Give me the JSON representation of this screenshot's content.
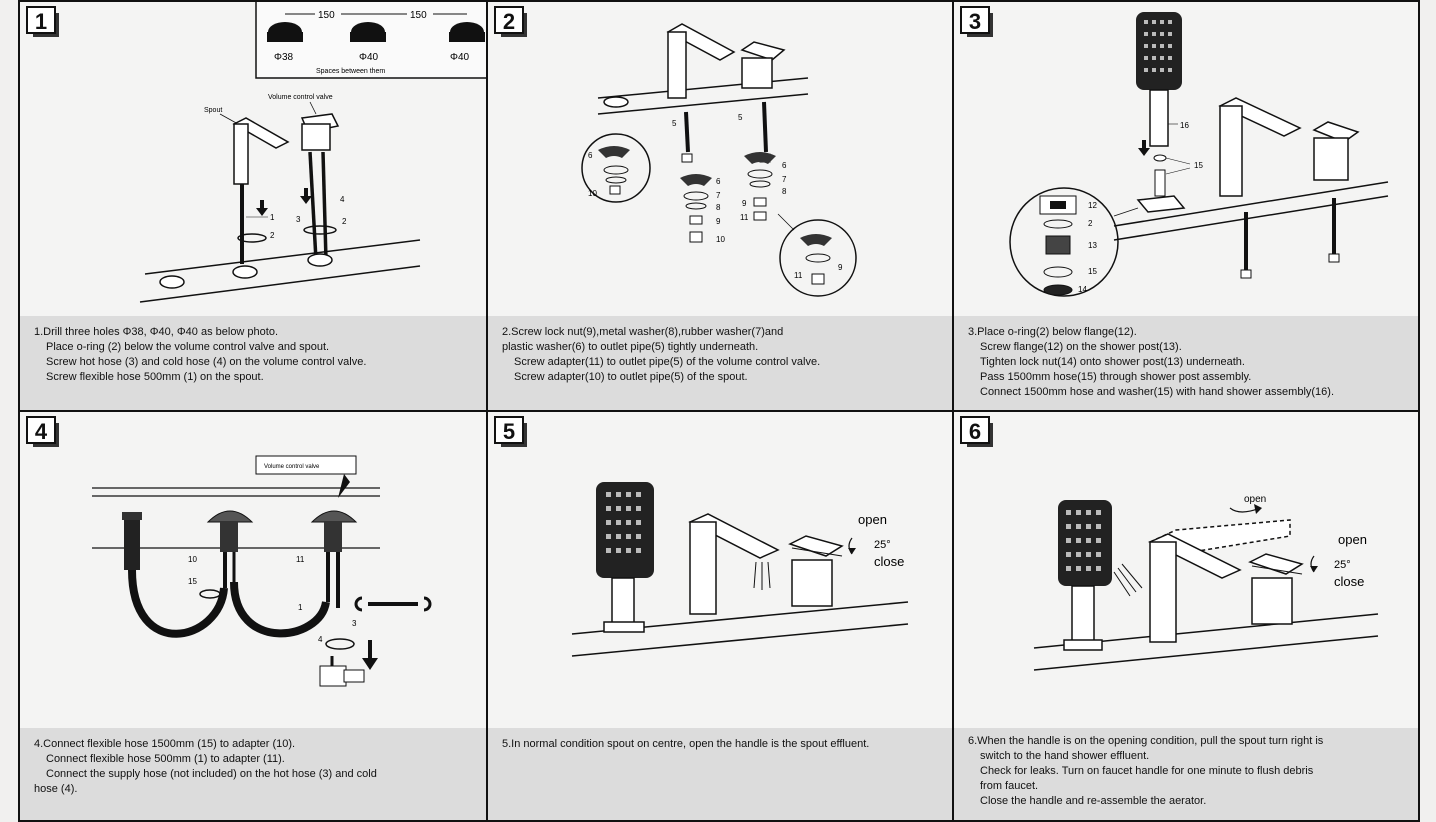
{
  "panels": [
    {
      "number": "1",
      "callouts": {
        "spout": "Spout",
        "valve": "Volume control valve",
        "dim_a": "150",
        "dim_b": "150",
        "hole_a": "Φ38",
        "hole_b": "Φ40",
        "hole_c": "Φ40",
        "spacing": "Spaces between them"
      },
      "lines": [
        "1.Drill three holes Φ38, Φ40, Φ40 as below photo.",
        "Place o-ring (2) below the volume control valve and spout.",
        "Screw hot hose (3) and cold hose (4) on the volume control valve.",
        "Screw flexible hose 500mm (1) on the spout."
      ]
    },
    {
      "number": "2",
      "lines": [
        "2.Screw lock nut(9),metal washer(8),rubber washer(7)and",
        "plastic washer(6) to outlet pipe(5) tightly underneath.",
        "Screw adapter(11) to outlet pipe(5) of the volume control valve.",
        "Screw adapter(10) to outlet pipe(5) of the spout."
      ]
    },
    {
      "number": "3",
      "lines": [
        "3.Place o-ring(2) below flange(12).",
        "Screw flange(12) on the shower post(13).",
        "Tighten lock nut(14) onto shower post(13) underneath.",
        "Pass 1500mm hose(15) through shower post assembly.",
        "Connect 1500mm hose and washer(15) with hand shower assembly(16)."
      ]
    },
    {
      "number": "4",
      "callouts": {
        "valve": "Volume control valve"
      },
      "lines": [
        "4.Connect flexible hose 1500mm (15) to adapter (10).",
        "Connect flexible hose 500mm (1) to adapter (11).",
        "Connect the supply hose (not included) on the hot hose (3) and cold",
        "hose (4)."
      ]
    },
    {
      "number": "5",
      "callouts": {
        "open": "open",
        "angle": "25°",
        "close": "close"
      },
      "lines": [
        "5.In normal condition spout on centre, open the handle is the spout effluent."
      ]
    },
    {
      "number": "6",
      "callouts": {
        "open": "open",
        "open_top": "open",
        "angle": "25°",
        "close": "close"
      },
      "lines": [
        "6.When the handle is on the opening condition, pull the spout turn right is",
        "switch to the hand shower effluent.",
        "Check for leaks. Turn on faucet handle for one minute to flush debris",
        "from faucet.",
        "Close the handle and re-assemble the aerator."
      ]
    }
  ]
}
